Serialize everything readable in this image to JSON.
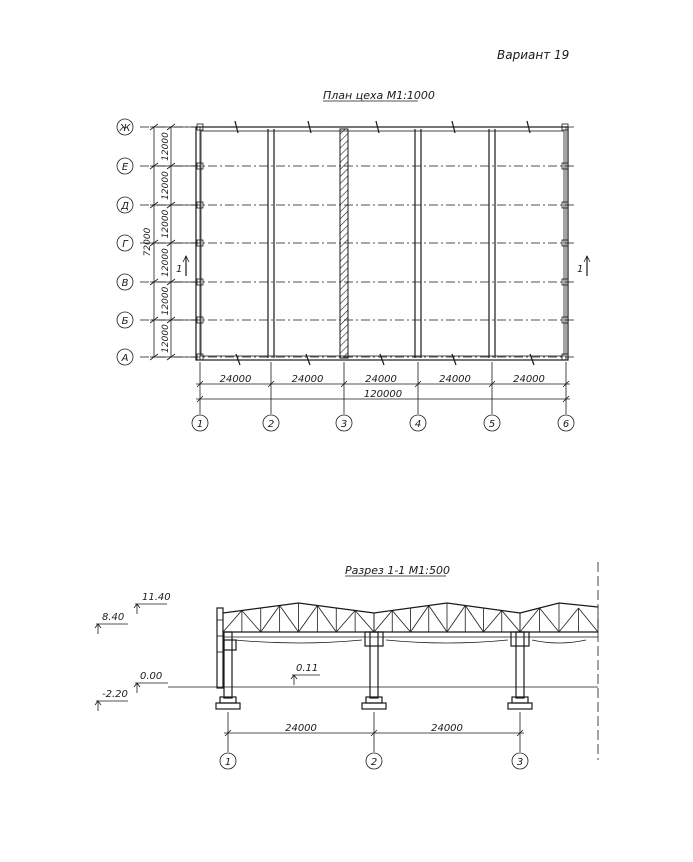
{
  "variant_label": "Вариант 19",
  "plan": {
    "title": "План цеха М1:1000",
    "row_axes": [
      "Ж",
      "Е",
      "Д",
      "Г",
      "В",
      "Б",
      "А"
    ],
    "row_spacings": [
      "12000",
      "12000",
      "12000",
      "12000",
      "12000",
      "12000"
    ],
    "total_height": "72000",
    "column_axes": [
      "1",
      "2",
      "3",
      "4",
      "5",
      "6"
    ],
    "column_spacings": [
      "24000",
      "24000",
      "24000",
      "24000",
      "24000"
    ],
    "total_length": "120000",
    "section_mark": "1"
  },
  "section": {
    "title": "Разрез 1-1 М1:500",
    "elevations": [
      "11.40",
      "8.40",
      "0.00",
      "-2.20",
      "0.11"
    ],
    "column_axes": [
      "1",
      "2",
      "3"
    ],
    "spacings": [
      "24000",
      "24000"
    ]
  }
}
